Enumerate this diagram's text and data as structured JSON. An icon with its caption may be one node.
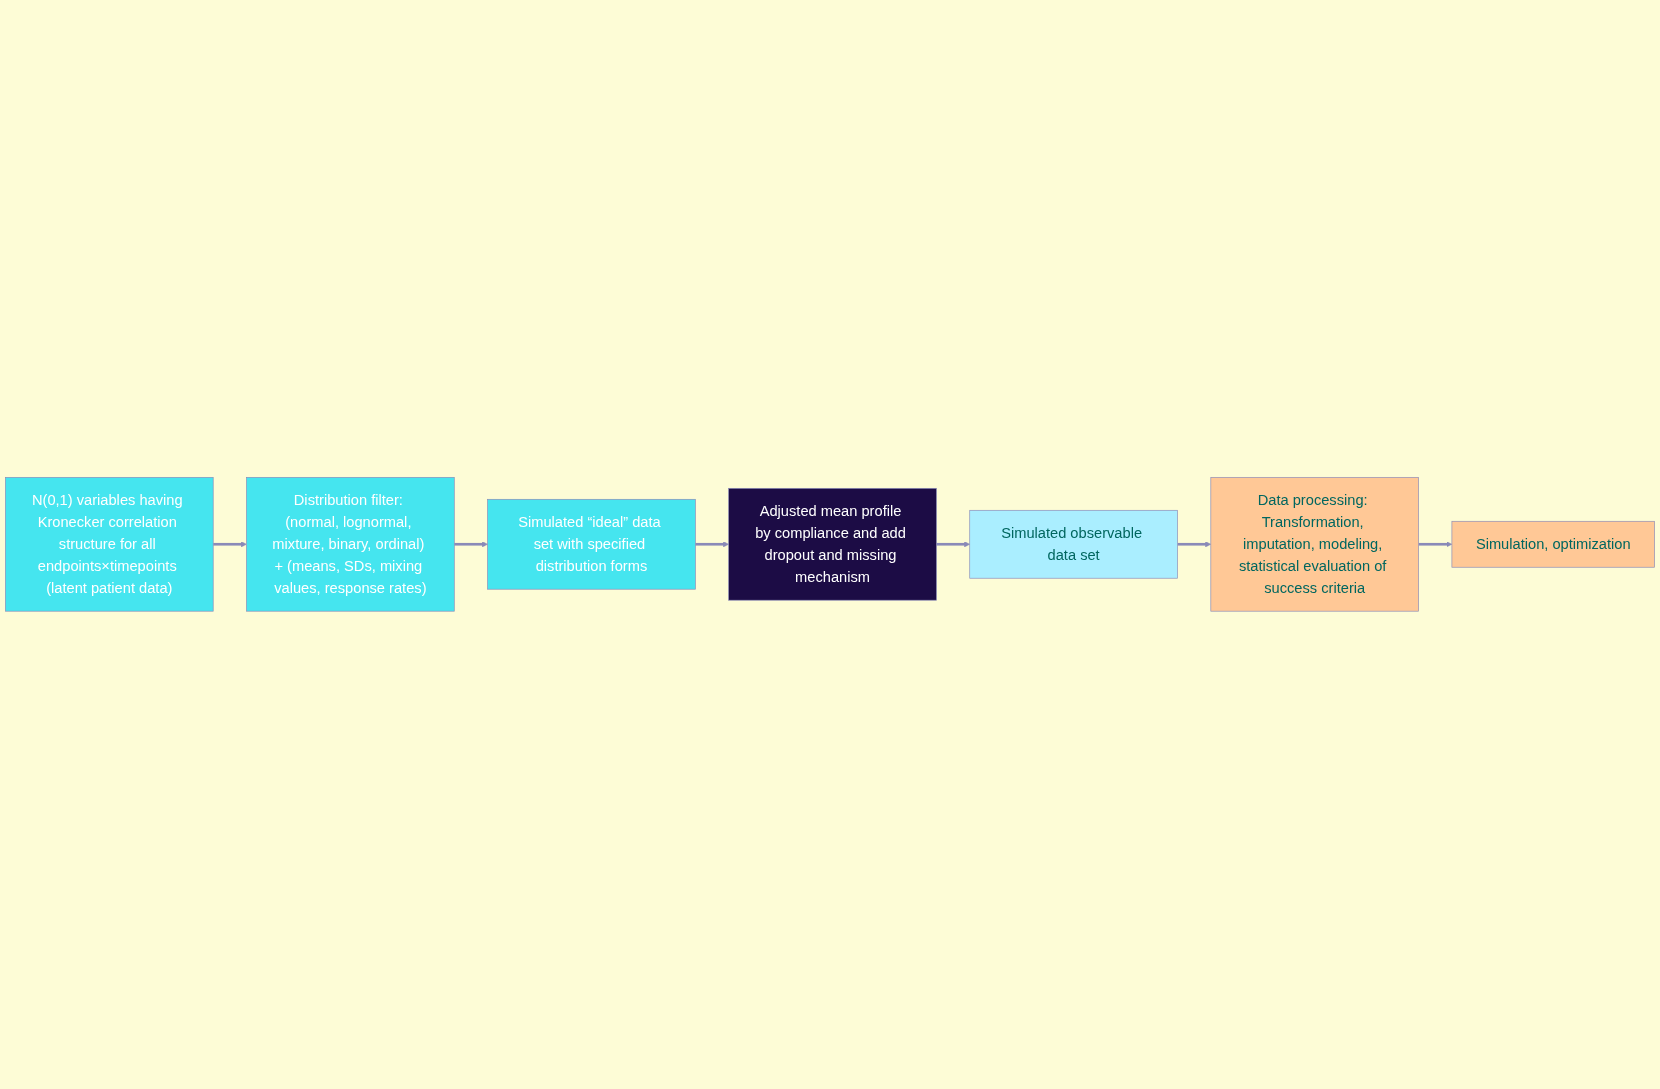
{
  "diagram": {
    "nodes": [
      {
        "text": [
          "N(0,1) variables having Kronecker correlation structure for all endpoints×timepoints (latent patient data)"
        ]
      },
      {
        "text": [
          "Distribution filter: (normal, lognormal, mixture, binary, ordinal) + (means, SDs, mixing values, response rates)"
        ]
      },
      {
        "text": [
          "Simulated “ideal” data set with specified distribution forms"
        ]
      },
      {
        "text": [
          "Adjusted mean profile by compliance and add dropout and missing mechanism"
        ]
      },
      {
        "text": [
          "Simulated observable data set"
        ]
      },
      {
        "text": [
          "Data processing: Transformation, imputation, modeling, statistical evaluation of success criteria"
        ]
      },
      {
        "text": [
          "Simulation, optimization"
        ]
      }
    ],
    "edges": [
      {
        "from": 0,
        "to": 1,
        "arrow": "to"
      },
      {
        "from": 1,
        "to": 2,
        "arrow": "to"
      },
      {
        "from": 2,
        "to": 3,
        "arrow": "to"
      },
      {
        "from": 3,
        "to": 4,
        "arrow": "to"
      },
      {
        "from": 4,
        "to": 5,
        "arrow": "to"
      },
      {
        "from": 5,
        "to": 6,
        "arrow": "to"
      }
    ]
  }
}
